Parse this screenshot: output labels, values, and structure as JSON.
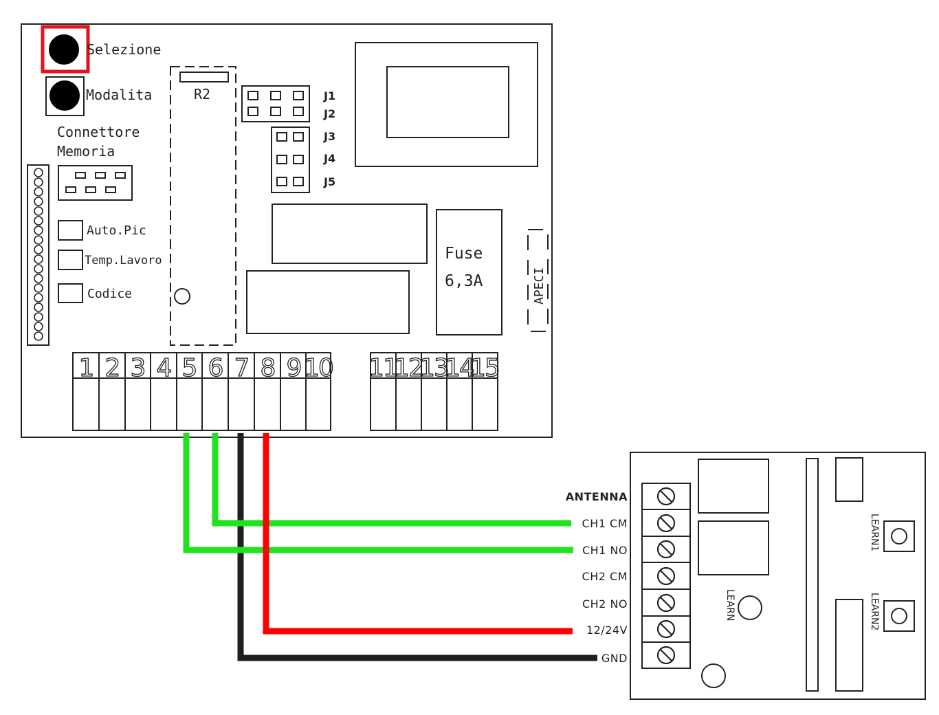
{
  "main_board": {
    "buttons": {
      "selezione": "Selezione",
      "modalita": "Modalita"
    },
    "r2_label": "R2",
    "jumpers": [
      "J1",
      "J2",
      "J3",
      "J4",
      "J5"
    ],
    "memory_connector": {
      "line1": "Connettore",
      "line2": "Memoria"
    },
    "leds": [
      "Auto.Pic",
      "Temp.Lavoro",
      "Codice"
    ],
    "fuse": {
      "line1": "Fuse",
      "line2": "6,3A"
    },
    "apeci_label": "APECI",
    "terminals_left": [
      "1",
      "2",
      "3",
      "4",
      "5",
      "6",
      "7",
      "8",
      "9",
      "10"
    ],
    "terminals_right": [
      "11",
      "12",
      "13",
      "14",
      "15"
    ]
  },
  "receiver": {
    "terminal_labels": [
      "ANTENNA",
      "CH1 CM",
      "CH1 NO",
      "CH2 CM",
      "CH2 NO",
      "12/24V",
      "GND"
    ],
    "learn": "LEARN",
    "learn1": "LEARN1",
    "learn2": "LEARN2"
  },
  "wires": [
    {
      "from_terminal": "6",
      "to": "CH1 CM",
      "color": "#22e11f"
    },
    {
      "from_terminal": "5",
      "to": "CH1 NO",
      "color": "#22e11f"
    },
    {
      "from_terminal": "8",
      "to": "12/24V",
      "color": "#ff0000"
    },
    {
      "from_terminal": "7",
      "to": "GND",
      "color": "#1f1f1f"
    }
  ],
  "highlight_color": "#e3141c"
}
